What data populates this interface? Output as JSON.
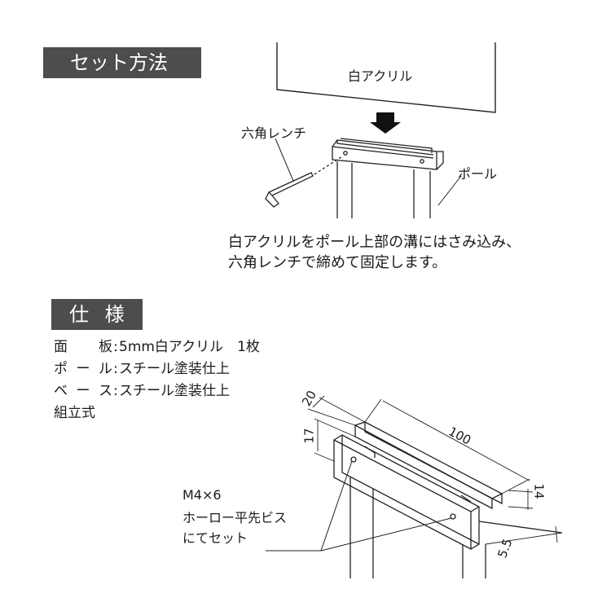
{
  "setup": {
    "heading": "セット方法",
    "acrylic_label": "白アクリル",
    "wrench_label": "六角レンチ",
    "pole_label": "ポール",
    "instruction_line1": "白アクリルをポール上部の溝にはさみ込み、",
    "instruction_line2": "六角レンチで締めて固定します。"
  },
  "spec": {
    "heading": "仕 様",
    "items": [
      {
        "key": "面　板",
        "value": "5mm白アクリル　1枚"
      },
      {
        "key": "ポ ー ル",
        "value": "スチール塗装仕上"
      },
      {
        "key": "ベ ー ス",
        "value": "スチール塗装仕上"
      }
    ],
    "assembly": "組立式"
  },
  "detail": {
    "dim_20": "20",
    "dim_17": "17",
    "dim_100": "100",
    "dim_14": "14",
    "dim_5_5": "5.5",
    "screw_line1": "M4×6",
    "screw_line2": "ホーロー平先ビス",
    "screw_line3": "にてセット"
  }
}
